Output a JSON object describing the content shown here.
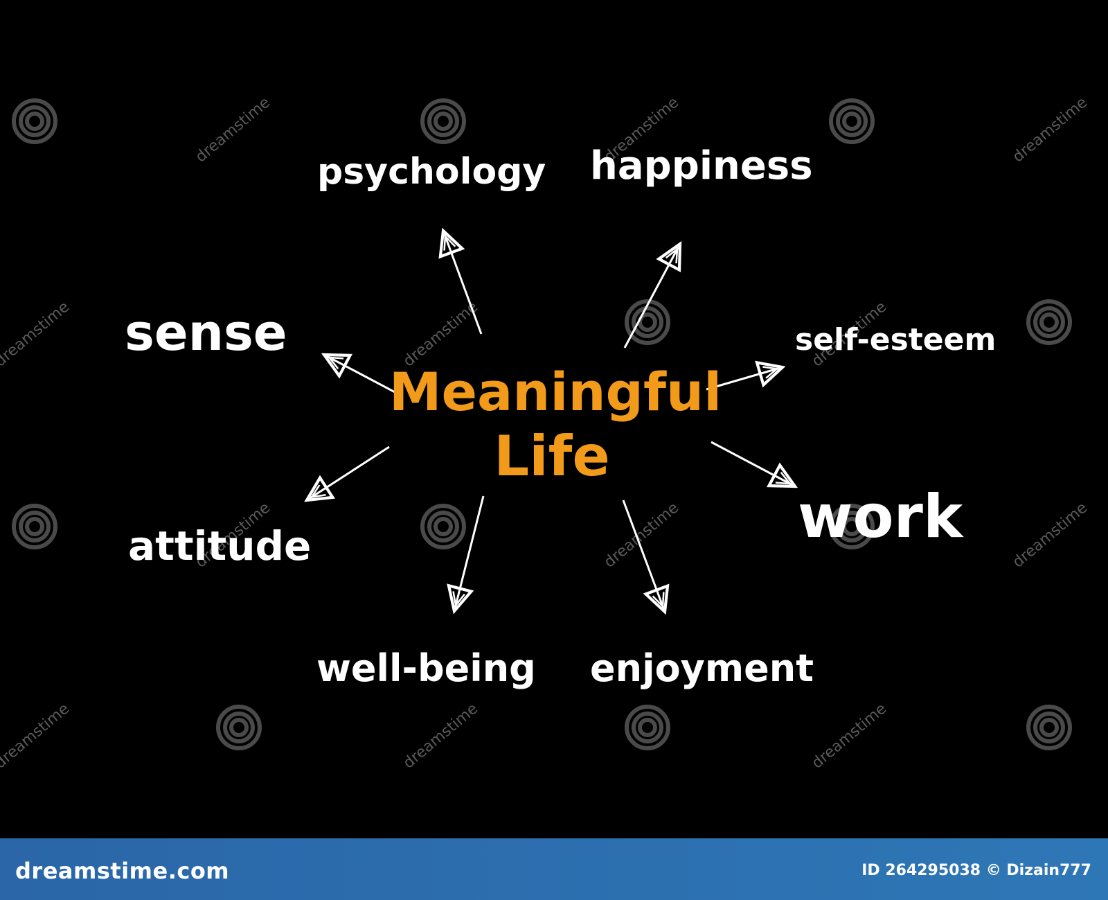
{
  "center": {
    "line1": "Meaningful",
    "line2": "Life",
    "color": "#f29a1a"
  },
  "nodes": [
    {
      "key": "psychology",
      "label": "psychology"
    },
    {
      "key": "happiness",
      "label": "happiness"
    },
    {
      "key": "sense",
      "label": "sense"
    },
    {
      "key": "self-esteem",
      "label": "self-esteem"
    },
    {
      "key": "attitude",
      "label": "attitude"
    },
    {
      "key": "work",
      "label": "work"
    },
    {
      "key": "well-being",
      "label": "well-being"
    },
    {
      "key": "enjoyment",
      "label": "enjoyment"
    }
  ],
  "watermark": {
    "text": "dreamstime"
  },
  "footer": {
    "logo": "dreamstime.com",
    "id_text": "ID 264295038 © Dizain777",
    "color": "#2e6fb0"
  }
}
